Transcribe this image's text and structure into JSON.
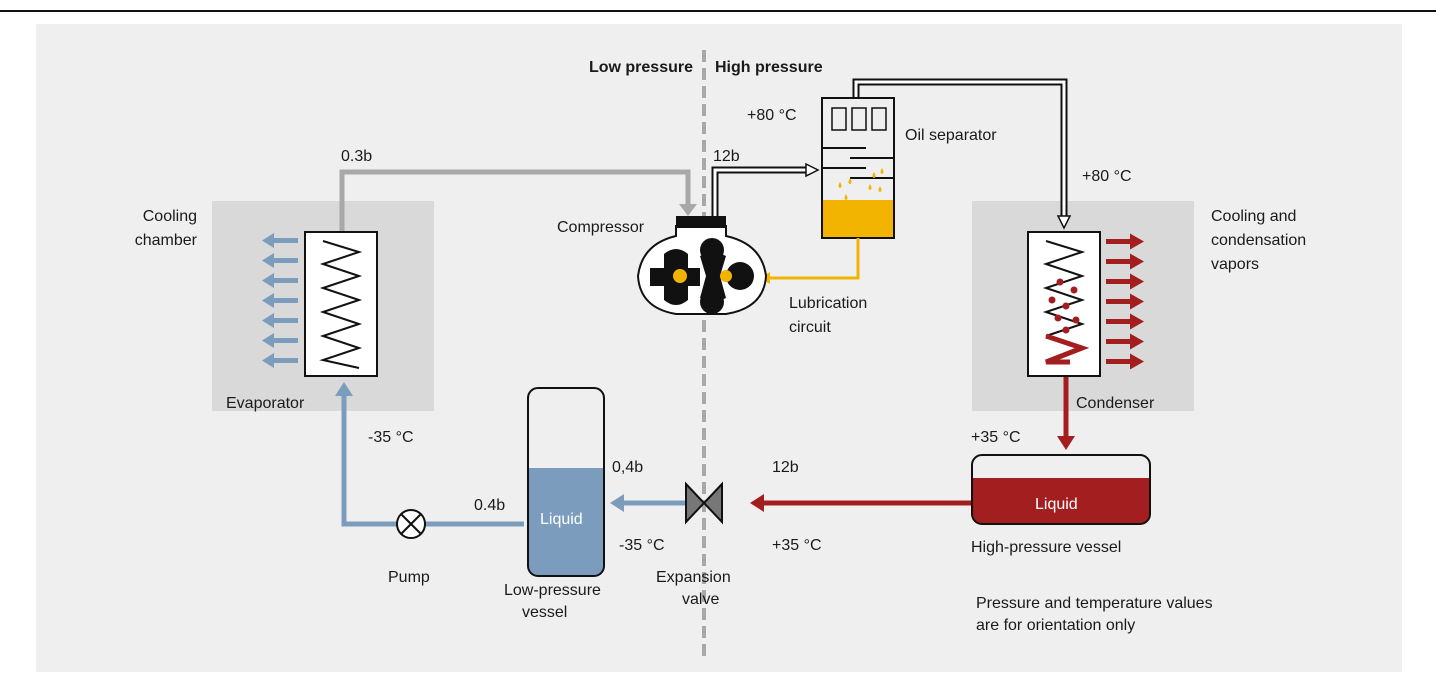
{
  "pressure_zones": {
    "low": "Low pressure",
    "high": "High pressure"
  },
  "areas": {
    "cooling_chamber": [
      "Cooling",
      "chamber"
    ],
    "cooling_condensation": [
      "Cooling and",
      "condensation",
      "vapors"
    ]
  },
  "components": {
    "evaporator": "Evaporator",
    "condenser": "Condenser",
    "compressor": "Compressor",
    "oil_separator": "Oil separator",
    "lubrication_circuit": [
      "Lubrication",
      "circuit"
    ],
    "pump": "Pump",
    "low_pressure_vessel": [
      "Low-pressure",
      "vessel"
    ],
    "expansion_valve": [
      "Expansion",
      "valve"
    ],
    "high_pressure_vessel": "High-pressure vessel",
    "liquid_low": "Liquid",
    "liquid_high": "Liquid"
  },
  "values": {
    "evap_out_pressure": "0.3b",
    "comp_out_pressure": "12b",
    "oil_sep_temp": "+80 °C",
    "cond_in_temp": "+80 °C",
    "evap_in_temp": "-35 °C",
    "cond_out_temp": "+35 °C",
    "lp_vessel_pressure": "0,4b",
    "valve_in_pressure": "12b",
    "pump_pressure": "0.4b",
    "lp_vessel_temp": "-35 °C",
    "valve_in_temp": "+35 °C"
  },
  "note": [
    "Pressure and temperature values",
    "are for orientation only"
  ],
  "colors": {
    "cold": "#7b9cbd",
    "hot": "#a31f1f",
    "oil": "#f2b400",
    "gas": "#a8a8a8",
    "chamber": "#d9d9d9"
  }
}
